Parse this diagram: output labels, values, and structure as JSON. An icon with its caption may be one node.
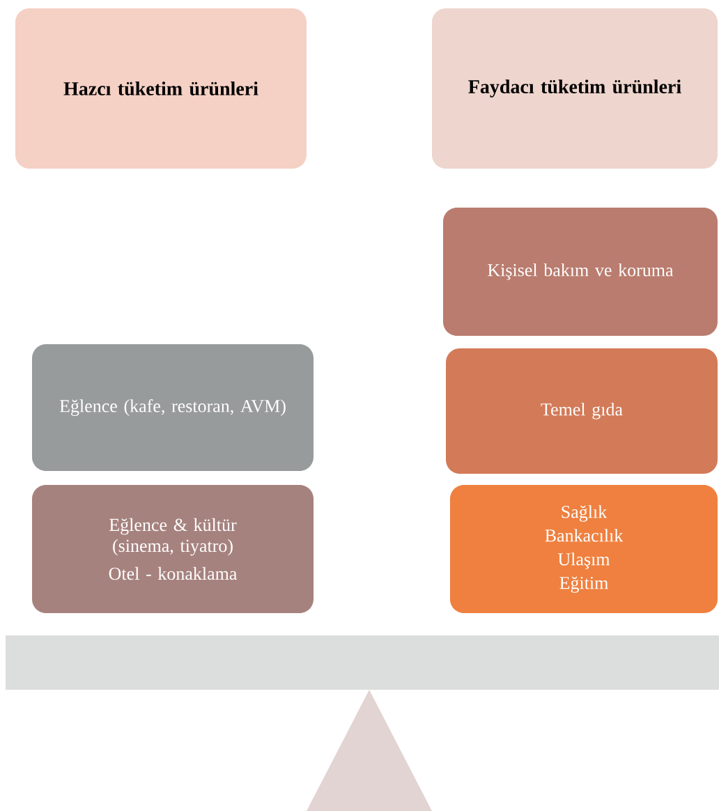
{
  "diagram": {
    "nodes": [
      {
        "text": [
          "Hazcı tüketim ürünleri"
        ]
      },
      {
        "text": [
          "Faydacı tüketim ürünleri"
        ]
      },
      {
        "text": [
          "Kişisel bakım ve koruma"
        ]
      },
      {
        "text": [
          "Eğlence (kafe, restoran, AVM)"
        ]
      },
      {
        "text": [
          "Temel gıda"
        ]
      },
      {
        "text": [
          "Eğlence & kültür (sinema, tiyatro)",
          "Otel - konaklama"
        ]
      },
      {
        "text": [
          "Sağlık",
          "Bankacılık",
          "Ulaşım",
          "Eğitim"
        ]
      }
    ]
  }
}
